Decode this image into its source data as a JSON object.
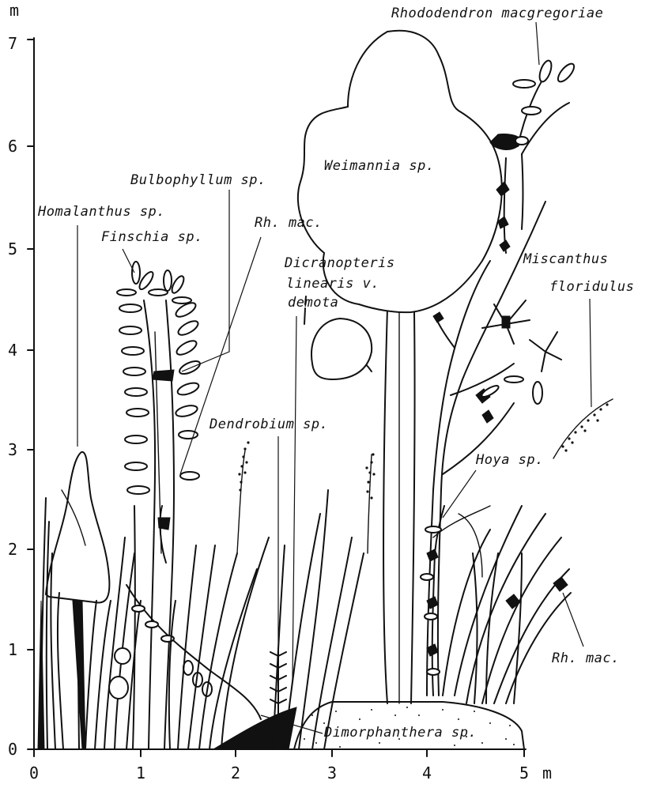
{
  "axes": {
    "y_unit": "m",
    "x_unit": "m",
    "y_ticks": [
      "0",
      "1",
      "2",
      "3",
      "4",
      "5",
      "6",
      "7"
    ],
    "x_ticks": [
      "0",
      "1",
      "2",
      "3",
      "4",
      "5"
    ]
  },
  "labels": {
    "rhododendron": "Rhododendron macgregoriae",
    "weimannia": "Weimannia sp.",
    "bulbophyllum": "Bulbophyllum sp.",
    "homalanthus": "Homalanthus sp.",
    "finschia": "Finschia sp.",
    "rh_mac_upper": "Rh. mac.",
    "dicranopteris_1": "Dicranopteris",
    "dicranopteris_2": "linearis v.",
    "dicranopteris_3": "demota",
    "miscanthus_1": "Miscanthus",
    "miscanthus_2": "floridulus",
    "dendrobium": "Dendrobium sp.",
    "hoya": "Hoya sp.",
    "rh_mac_lower": "Rh. mac.",
    "dimorphanthera": "Dimorphanthera sp."
  }
}
